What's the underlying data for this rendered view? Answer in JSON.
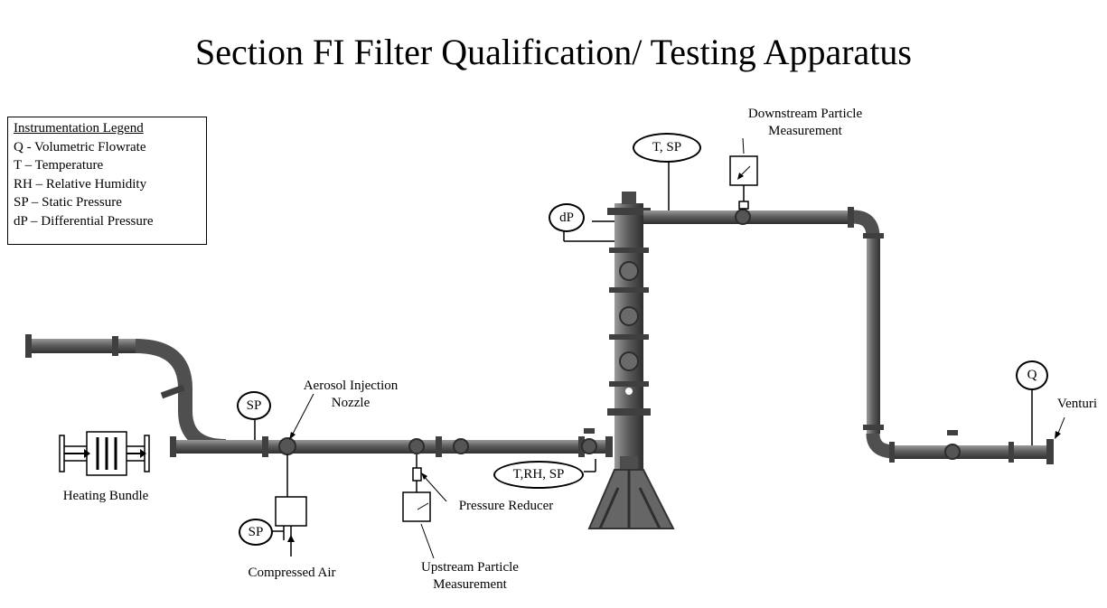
{
  "title": "Section FI Filter Qualification/ Testing Apparatus",
  "legend": {
    "heading": "Instrumentation Legend",
    "items": [
      "Q - Volumetric Flowrate",
      "T – Temperature",
      "RH – Relative Humidity",
      "SP – Static Pressure",
      "dP – Differential Pressure"
    ]
  },
  "instruments": {
    "sp_upstream": "SP",
    "sp_air": "SP",
    "dp": "dP",
    "t_sp_top": "T, SP",
    "t_rh_sp": "T,RH, SP",
    "q": "Q"
  },
  "labels": {
    "heating_bundle": "Heating Bundle",
    "aerosol_line1": "Aerosol Injection",
    "aerosol_line2": "Nozzle",
    "compressed_air": "Compressed Air",
    "pressure_reducer": "Pressure Reducer",
    "upstream_line1": "Upstream Particle",
    "upstream_line2": "Measurement",
    "downstream_line1": "Downstream Particle",
    "downstream_line2": "Measurement",
    "venturi": "Venturi"
  },
  "colors": {
    "pipe": "#5f5f5f",
    "pipe_dark": "#3c3c3c",
    "flange": "#4a4a4a"
  }
}
